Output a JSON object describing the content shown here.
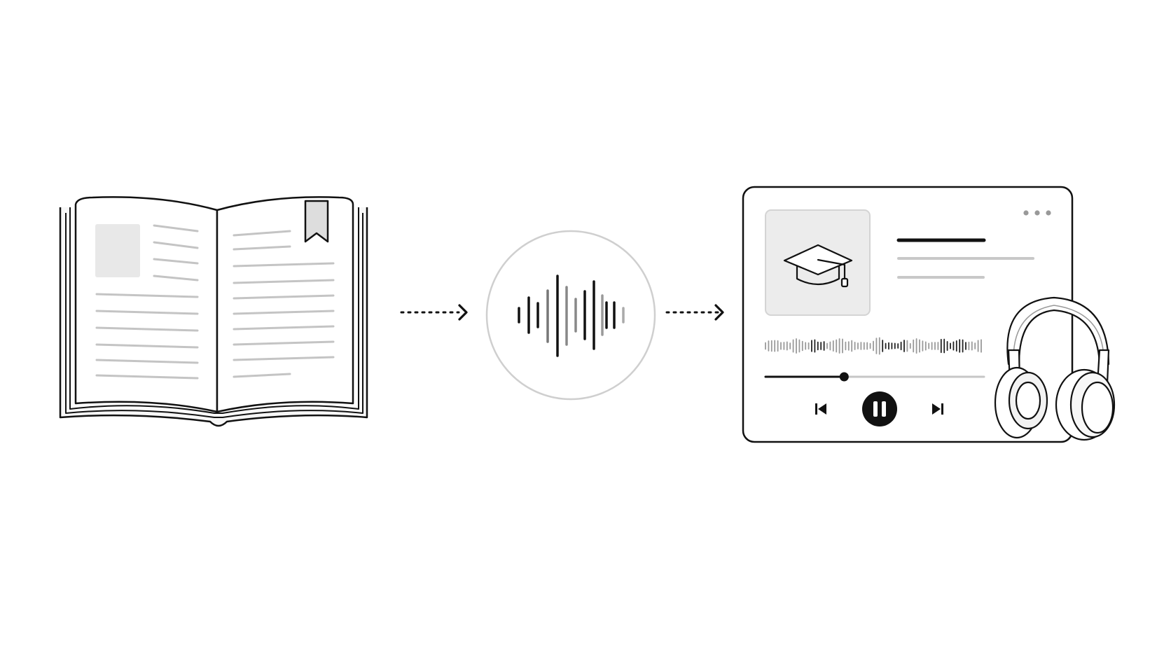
{
  "diagram": {
    "stages": [
      {
        "id": "book",
        "icon": "open-book-icon"
      },
      {
        "id": "audio",
        "icon": "sound-wave-icon"
      },
      {
        "id": "player",
        "icon": "audio-player-window-icon"
      }
    ],
    "connectors": [
      {
        "icon": "dotted-arrow-right-icon"
      },
      {
        "icon": "dotted-arrow-right-icon"
      }
    ]
  },
  "book": {
    "icon": "open-book-icon",
    "bookmark_icon": "bookmark-icon",
    "image_placeholder_icon": "image-placeholder-icon"
  },
  "player": {
    "icons": {
      "cover": "graduation-cap-icon",
      "menu": "more-dots-icon",
      "previous": "skip-previous-icon",
      "play_pause": "pause-icon",
      "next": "skip-next-icon",
      "headphones": "headphones-icon",
      "waveform": "waveform-icon"
    },
    "progress": 0.36,
    "state": "playing"
  },
  "colors": {
    "background": "#ffffff",
    "ink": "#111111",
    "line_gray": "#c8c8c8",
    "panel_gray": "#ececec",
    "border_gray": "#bfbfbf"
  }
}
